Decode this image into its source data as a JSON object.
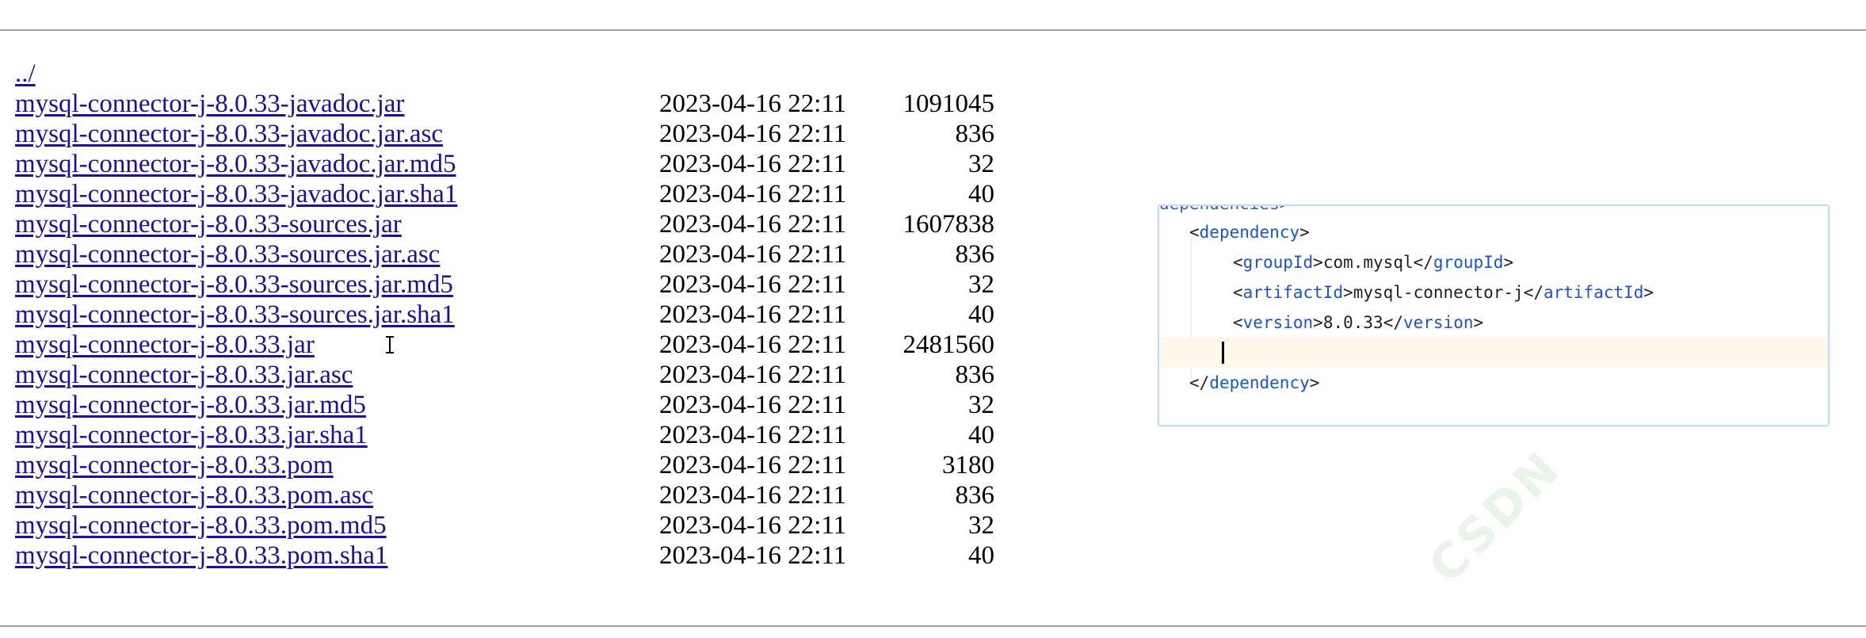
{
  "listing": {
    "parent_link": "../",
    "files": [
      {
        "name": "mysql-connector-j-8.0.33-javadoc.jar",
        "date": "2023-04-16 22:11",
        "size": "1091045"
      },
      {
        "name": "mysql-connector-j-8.0.33-javadoc.jar.asc",
        "date": "2023-04-16 22:11",
        "size": "836"
      },
      {
        "name": "mysql-connector-j-8.0.33-javadoc.jar.md5",
        "date": "2023-04-16 22:11",
        "size": "32"
      },
      {
        "name": "mysql-connector-j-8.0.33-javadoc.jar.sha1",
        "date": "2023-04-16 22:11",
        "size": "40"
      },
      {
        "name": "mysql-connector-j-8.0.33-sources.jar",
        "date": "2023-04-16 22:11",
        "size": "1607838"
      },
      {
        "name": "mysql-connector-j-8.0.33-sources.jar.asc",
        "date": "2023-04-16 22:11",
        "size": "836"
      },
      {
        "name": "mysql-connector-j-8.0.33-sources.jar.md5",
        "date": "2023-04-16 22:11",
        "size": "32"
      },
      {
        "name": "mysql-connector-j-8.0.33-sources.jar.sha1",
        "date": "2023-04-16 22:11",
        "size": "40"
      },
      {
        "name": "mysql-connector-j-8.0.33.jar",
        "date": "2023-04-16 22:11",
        "size": "2481560"
      },
      {
        "name": "mysql-connector-j-8.0.33.jar.asc",
        "date": "2023-04-16 22:11",
        "size": "836"
      },
      {
        "name": "mysql-connector-j-8.0.33.jar.md5",
        "date": "2023-04-16 22:11",
        "size": "32"
      },
      {
        "name": "mysql-connector-j-8.0.33.jar.sha1",
        "date": "2023-04-16 22:11",
        "size": "40"
      },
      {
        "name": "mysql-connector-j-8.0.33.pom",
        "date": "2023-04-16 22:11",
        "size": "3180"
      },
      {
        "name": "mysql-connector-j-8.0.33.pom.asc",
        "date": "2023-04-16 22:11",
        "size": "836"
      },
      {
        "name": "mysql-connector-j-8.0.33.pom.md5",
        "date": "2023-04-16 22:11",
        "size": "32"
      },
      {
        "name": "mysql-connector-j-8.0.33.pom.sha1",
        "date": "2023-04-16 22:11",
        "size": "40"
      }
    ]
  },
  "code": {
    "clipped_line": "dependencies>",
    "dependency_tag": "dependency",
    "group_tag": "groupId",
    "group_value": "com.mysql",
    "artifact_tag": "artifactId",
    "artifact_value": "mysql-connector-j",
    "version_tag": "version",
    "version_value": "8.0.33"
  },
  "watermark": "CSDN",
  "colors": {
    "link": "#1a0dab",
    "xml_tag": "#1750eb",
    "active_line": "#fdf8ec",
    "popup_border": "#c5daf5"
  },
  "icons": {
    "mouse_cursor": "i-beam-cursor-icon"
  }
}
